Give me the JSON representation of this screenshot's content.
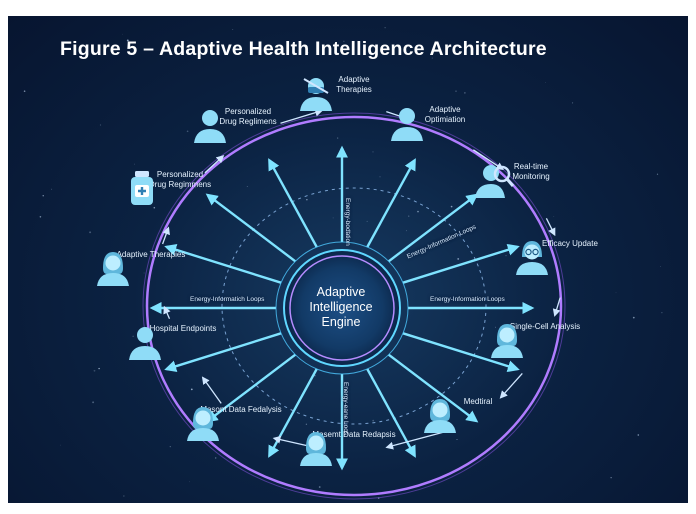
{
  "figure": {
    "title": "Figure 5 – Adaptive Health Intelligence Architecture",
    "hub_label": "Adaptive\nIntelligence\nEngine",
    "loop_labels": [
      "Energy-Informatich Loops",
      "Energy-Information Loops",
      "Energy-Information Loops",
      "Energy-bodation",
      "Energy-eane Loos"
    ],
    "nodes": [
      {
        "label": "Adaptive\nTherapies",
        "icon": "masked-person-icon"
      },
      {
        "label": "Adaptive\nOptimiation",
        "icon": "person-icon"
      },
      {
        "label": "Real-time\nMonitoring",
        "icon": "magnifier-person-icon"
      },
      {
        "label": "Efficacy Update",
        "icon": "glasses-person-icon"
      },
      {
        "label": "Single-Cell Analysis",
        "icon": "woman-icon"
      },
      {
        "label": "Medtiral",
        "icon": "woman-icon"
      },
      {
        "label": "Masemt Data Redapsis",
        "icon": "woman-icon"
      },
      {
        "label": "Masont Data Fedalysis",
        "icon": "woman-icon"
      },
      {
        "label": "Hospital Endpoints",
        "icon": "person-icon"
      },
      {
        "label": "Adaptive Therapies",
        "icon": "woman-icon"
      },
      {
        "label": "Personalized\nDrug Regimmens",
        "icon": "medicine-bottle-icon"
      },
      {
        "label": "Personalized\nDrug Reglimens",
        "icon": "person-icon"
      }
    ]
  }
}
